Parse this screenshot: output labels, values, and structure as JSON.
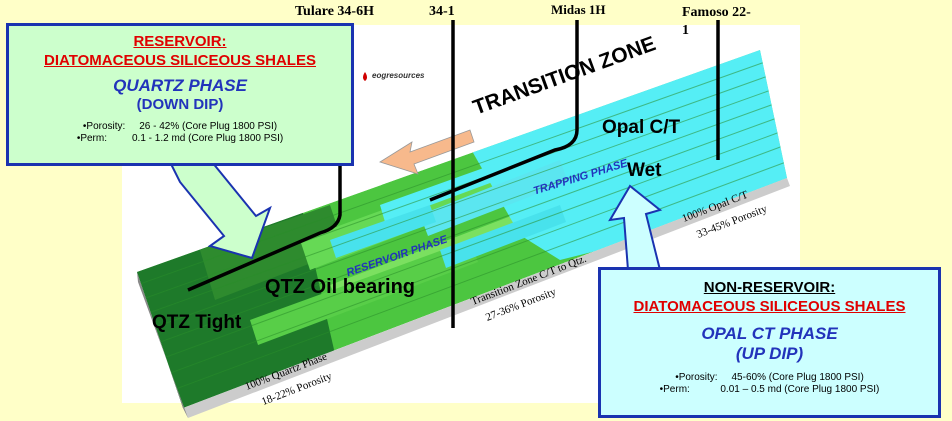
{
  "wells": {
    "tulare": "Tulare 34-6H",
    "w341": "34-1",
    "midas": "Midas 1H",
    "famoso_l1": "Famoso 22-",
    "famoso_l2": "1"
  },
  "logo": "eogresources",
  "reservoir_box": {
    "title1": "RESERVOIR:",
    "title2": "DIATOMACEOUS SILICEOUS SHALES",
    "phase": "QUARTZ PHASE",
    "phase_sub": "(DOWN DIP)",
    "porosity_label": "•Porosity:",
    "porosity_value": "26 - 42% (Core Plug 1800 PSI)",
    "perm_label": "•Perm:",
    "perm_value": "0.1 - 1.2 md (Core Plug 1800 PSI)"
  },
  "nonreservoir_box": {
    "title1": "NON-RESERVOIR:",
    "title2": "DIATOMACEOUS SILICEOUS SHALES",
    "phase": "OPAL CT PHASE",
    "phase_sub": "(UP DIP)",
    "porosity_label": "•Porosity:",
    "porosity_value": "45-60% (Core Plug 1800 PSI)",
    "perm_label": "•Perm:",
    "perm_value": "0.01 – 0.5 md (Core Plug 1800 PSI)"
  },
  "labels": {
    "transition_zone": "TRANSITION ZONE",
    "opal_ct": "Opal C/T",
    "wet": "Wet",
    "trapping_phase": "TRAPPING PHASE",
    "reservoir_phase": "RESERVOIR PHASE",
    "qtz_oil": "QTZ Oil bearing",
    "qtz_tight": "QTZ Tight",
    "trans_zone_l1": "Transition Zone C/T to Qtz.",
    "trans_zone_l2": "27-36% Porosity",
    "opal_l1": "100% Opal C/T",
    "opal_l2": "33-45% Porosity",
    "quartz_l1": "100% Quartz Phase",
    "quartz_l2": "18-22% Porosity"
  },
  "colors": {
    "background": "#FFFFC8",
    "box_border": "#1a33b0",
    "reservoir_box_fill": "#CCFFCC",
    "nonreservoir_box_fill": "#CCFFFF",
    "title_red": "#E00000",
    "phase_blue": "#2233BB",
    "opal_cyan": "#55EEF5",
    "quartz_green": "#4CC640",
    "tight_green": "#1E7A2A"
  }
}
